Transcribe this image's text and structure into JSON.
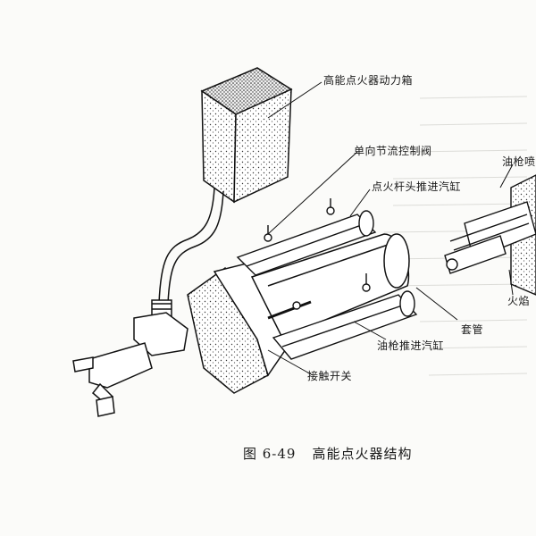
{
  "labels": {
    "power_box": "高能点火器动力箱",
    "check_valve": "单向节流控制阀",
    "ignitor_cylinder": "点火杆头推进汽缸",
    "oil_gun_nozzle": "油枪喷",
    "flame": "火焰",
    "sleeve": "套管",
    "oil_gun_cylinder": "油枪推进汽缸",
    "contact_switch": "接触开关"
  },
  "caption": {
    "number": "图 6-49",
    "title": "高能点火器结构"
  },
  "colors": {
    "ink": "#1a1a1a",
    "paper": "#fbfbf9",
    "ghost": "#c9c9c6"
  }
}
